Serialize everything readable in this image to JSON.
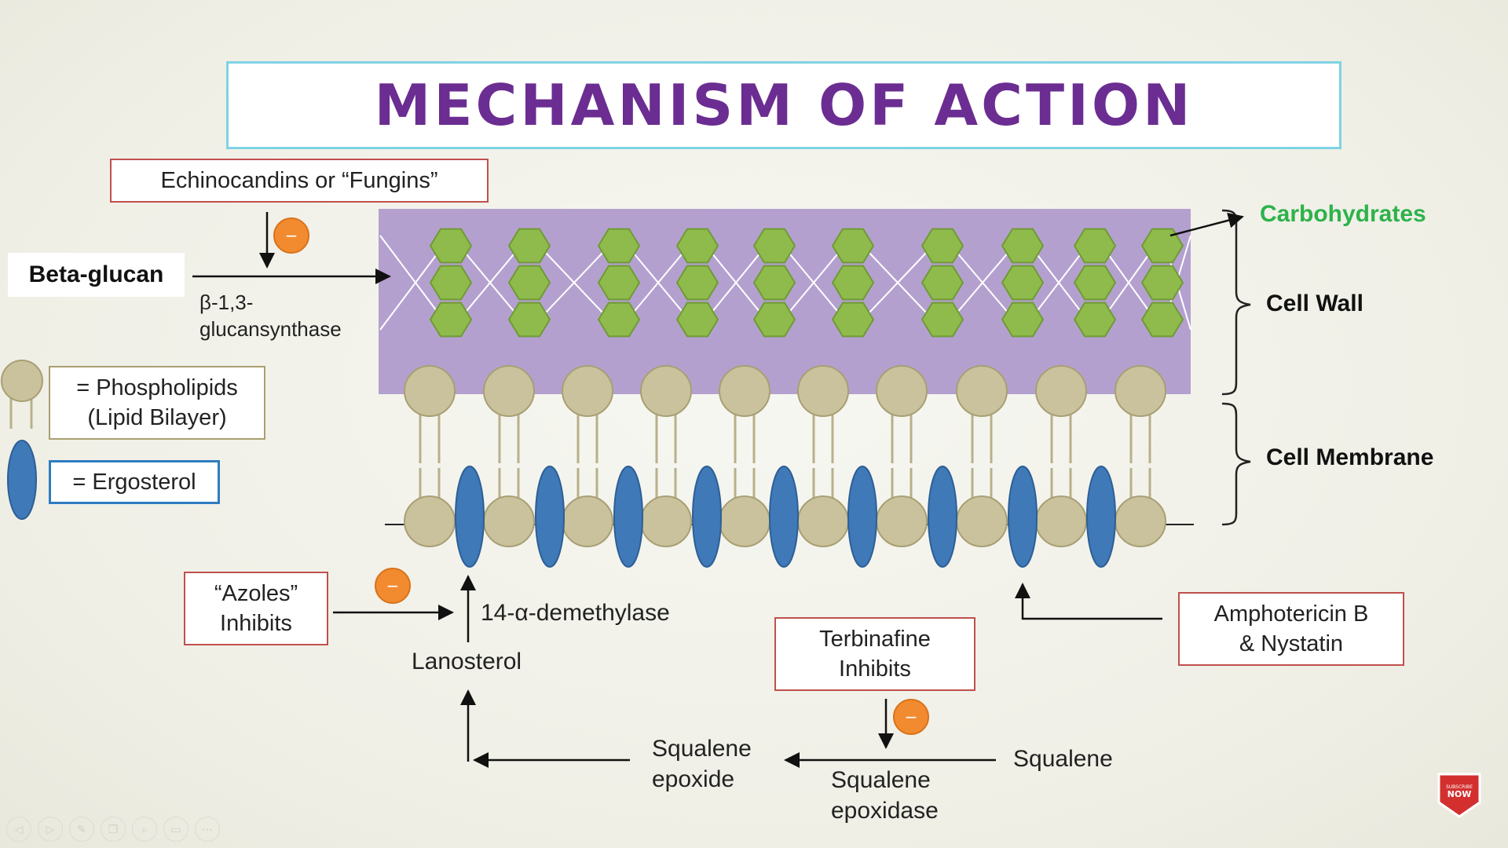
{
  "slide": {
    "title": "MECHANISM OF ACTION"
  },
  "labels": {
    "echinocandins": "Echinocandins or “Fungins”",
    "beta_glucan": "Beta-glucan",
    "enzyme_b13_line1": "β-1,3-",
    "enzyme_b13_line2": "glucansynthase",
    "carbohydrates": "Carbohydrates",
    "cell_wall": "Cell Wall",
    "cell_membrane": "Cell Membrane",
    "phospholipids_line1": "= Phospholipids",
    "phospholipids_line2": "(Lipid Bilayer)",
    "ergosterol": "= Ergosterol",
    "azoles_line1": "“Azoles”",
    "azoles_line2": "Inhibits",
    "demethylase": "14-α-demethylase",
    "lanosterol": "Lanosterol",
    "terbinafine_line1": "Terbinafine",
    "terbinafine_line2": "Inhibits",
    "amphotericin_line1": "Amphotericin B",
    "amphotericin_line2": "& Nystatin",
    "squalene_epoxide_line1": "Squalene",
    "squalene_epoxide_line2": "epoxide",
    "squalene_epoxidase_line1": "Squalene",
    "squalene_epoxidase_line2": "epoxidase",
    "squalene": "Squalene",
    "minus_sign": "−",
    "subscribe_line1": "SUBSCRIBE",
    "subscribe_line2": "NOW"
  },
  "colors": {
    "title": "#6b2d91",
    "title_border": "#7fd3e3",
    "cell_wall_fill": "#b4a0cf",
    "glucan_hex": "#8fbb4c",
    "glucan_hex_stroke": "#6f9a34",
    "phospholipid_head": "#c9c29c",
    "ergosterol": "#3f79b8",
    "inhibitor_badge": "#f28b30",
    "carbohydrates_label": "#2db24a",
    "red_box_border": "#c0504d",
    "subscribe_badge": "#d32f2f"
  },
  "icons": {
    "inhibitor": "minus-circle-icon",
    "controls": [
      "prev-icon",
      "next-icon",
      "pen-icon",
      "copy-icon",
      "zoom-icon",
      "screen-icon",
      "more-icon"
    ],
    "subscribe": "subscribe-badge-icon"
  }
}
